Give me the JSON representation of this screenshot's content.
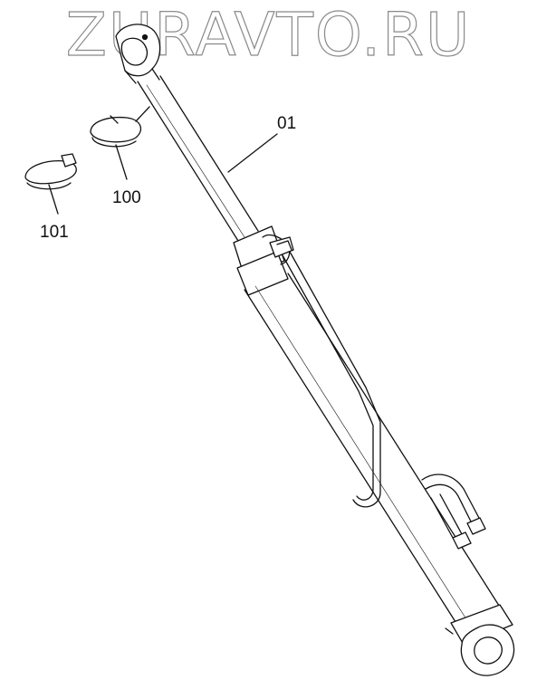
{
  "watermark": {
    "text": "ZURAVTO.RU"
  },
  "callouts": [
    {
      "id": "01",
      "label": "01"
    },
    {
      "id": "100",
      "label": "100"
    },
    {
      "id": "101",
      "label": "101"
    }
  ],
  "colors": {
    "line": "#111111",
    "watermark": "#8a8a8a"
  }
}
